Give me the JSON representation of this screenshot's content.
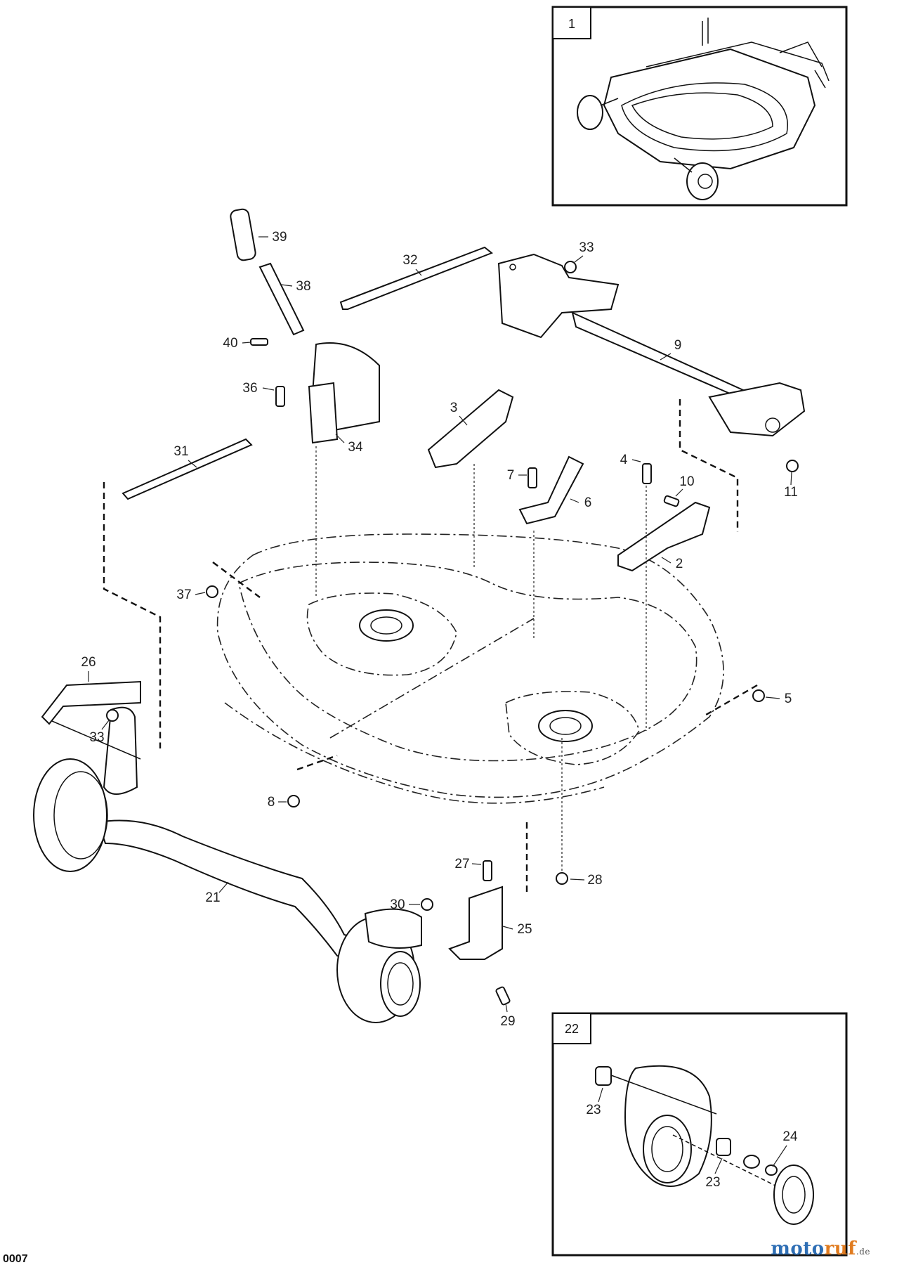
{
  "diagram": {
    "callouts": {
      "p1": "1",
      "p2": "2",
      "p3": "3",
      "p4": "4",
      "p5": "5",
      "p6": "6",
      "p7": "7",
      "p8": "8",
      "p9": "9",
      "p10": "10",
      "p11": "11",
      "p21": "21",
      "p22": "22",
      "p23a": "23",
      "p23b": "23",
      "p24": "24",
      "p25": "25",
      "p26": "26",
      "p27": "27",
      "p28": "28",
      "p29": "29",
      "p30": "30",
      "p31": "31",
      "p32": "32",
      "p33a": "33",
      "p33b": "33",
      "p34": "34",
      "p36": "36",
      "p37": "37",
      "p38": "38",
      "p39": "39",
      "p40": "40"
    },
    "corner_fragment": "0007"
  },
  "watermark": {
    "part_a": "moto",
    "part_b": "ruf",
    "suffix": ".de"
  }
}
